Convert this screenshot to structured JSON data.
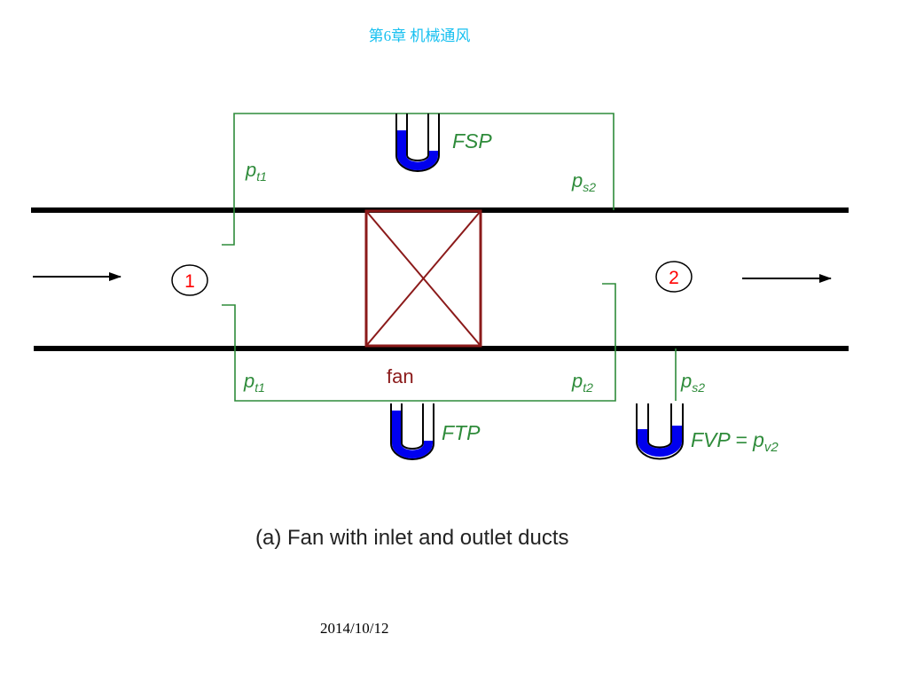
{
  "header": {
    "chapter_title": "第6章 机械通风",
    "color": "#17c0f0"
  },
  "footer": {
    "date": "2014/10/12"
  },
  "diagram": {
    "caption": "(a) Fan with inlet and outlet ducts",
    "fan_label": "fan",
    "stations": {
      "inlet": "1",
      "outlet": "2"
    },
    "gauges": {
      "fsp": "FSP",
      "ftp": "FTP",
      "fvp": "FVP = p",
      "fvp_sub": "v2"
    },
    "pressure_labels": {
      "top_left": {
        "base": "p",
        "sub": "t1"
      },
      "top_right": {
        "base": "p",
        "sub": "s2"
      },
      "bottom_left": {
        "base": "p",
        "sub": "t1"
      },
      "bottom_mid": {
        "base": "p",
        "sub": "t2"
      },
      "bottom_right": {
        "base": "p",
        "sub": "s2"
      }
    },
    "colors": {
      "tubing": "#2e8b3a",
      "label_green": "#2e8b3a",
      "fan_box": "#8b1a1a",
      "fluid": "#0000ee",
      "station_number": "#ff0000",
      "duct": "#000000"
    }
  }
}
